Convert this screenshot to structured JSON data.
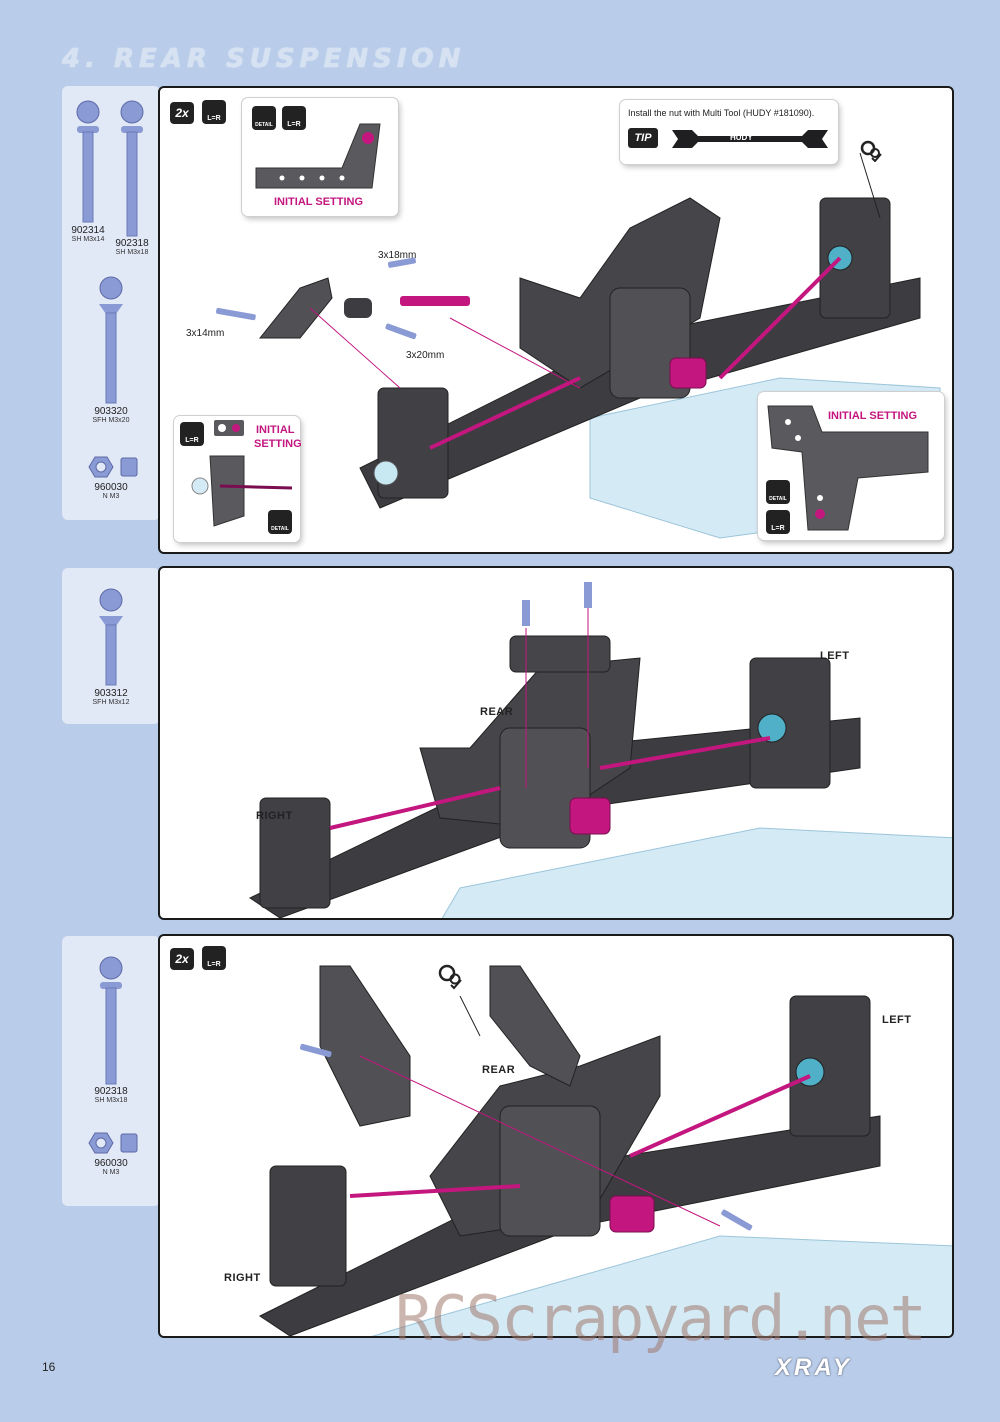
{
  "page": {
    "section_title": "4. REAR SUSPENSION",
    "page_number": "16",
    "brand": "XRAY",
    "watermark": "RCScrapyard.net"
  },
  "colors": {
    "background": "#b9cdea",
    "parts_panel": "#e1e8f6",
    "accent_magenta": "#c3167f",
    "screw_blue": "#8a9ad4",
    "chassis_gray": "#4a4a4e"
  },
  "steps": [
    {
      "parts": [
        {
          "code": "902314",
          "desc": "SH M3x14"
        },
        {
          "code": "902318",
          "desc": "SH M3x18"
        },
        {
          "code": "903320",
          "desc": "SFH M3x20"
        },
        {
          "code": "960030",
          "desc": "N M3"
        }
      ],
      "badge_qty": "2x",
      "badge_lr": "L=R",
      "badge_detail": "DETAIL",
      "tip": {
        "text": "Install the nut with Multi Tool (HUDY #181090).",
        "label": "TIP",
        "tool_name": "HUDY"
      },
      "inset_top_label": "INITIAL SETTING",
      "inset_right_label": "INITIAL SETTING",
      "inset_left_label_1": "INITIAL",
      "inset_left_label_2": "SETTING",
      "dimensions": [
        "3x18mm",
        "3x14mm",
        "3x20mm"
      ]
    },
    {
      "parts": [
        {
          "code": "903312",
          "desc": "SFH M3x12"
        }
      ],
      "labels": {
        "rear": "REAR",
        "left": "LEFT",
        "right": "RIGHT"
      }
    },
    {
      "parts": [
        {
          "code": "902318",
          "desc": "SH M3x18"
        },
        {
          "code": "960030",
          "desc": "N M3"
        }
      ],
      "badge_qty": "2x",
      "badge_lr": "L=R",
      "labels": {
        "rear": "REAR",
        "left": "LEFT",
        "right": "RIGHT"
      }
    }
  ]
}
